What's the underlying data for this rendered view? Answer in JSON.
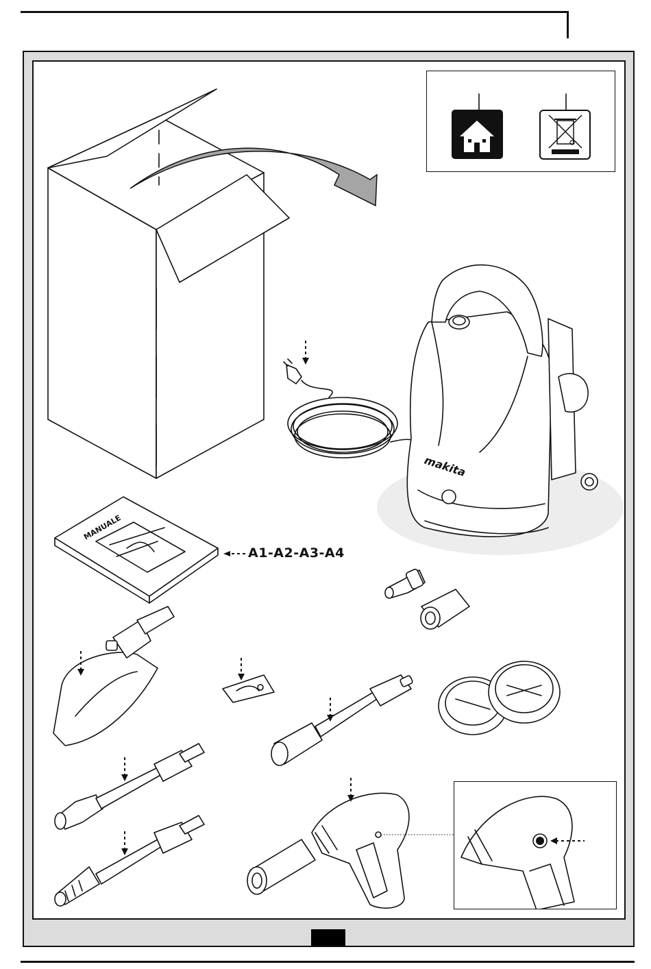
{
  "labels": {
    "manual_cover": "MANUALE",
    "manual_reference": "A1-A2-A3-A4",
    "brand": "makita"
  },
  "icons": [
    "indoor-storage-icon",
    "crossed-out-wheelie-bin-icon",
    "dashed-pointer-arrow-icon"
  ],
  "colors": {
    "line": "#111111",
    "frame_fill": "#dcdcdc",
    "page_fill": "#ffffff",
    "arrow_fill": "#999999"
  }
}
